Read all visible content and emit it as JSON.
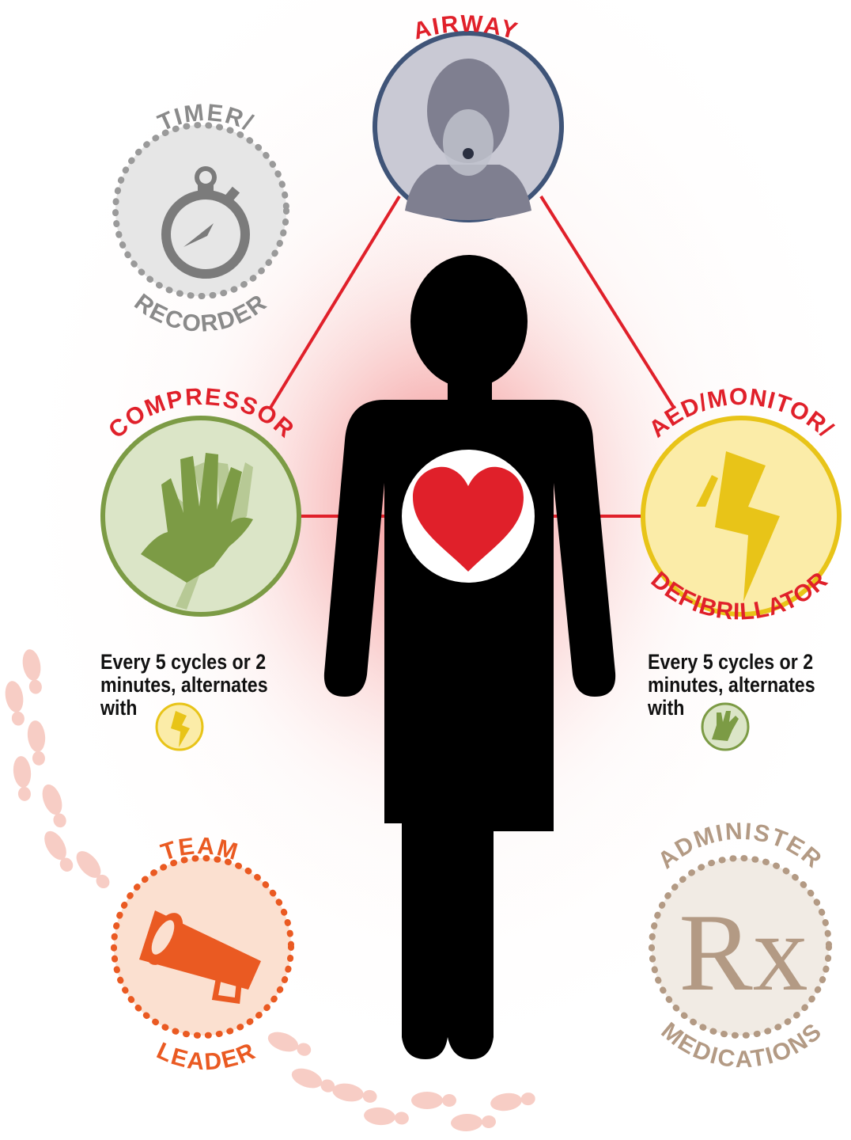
{
  "roles": {
    "airway": "AIRWAY",
    "timer_top": "TIMER/",
    "timer_bottom": "RECORDER",
    "compressor": "COMPRESSOR",
    "aed_top": "AED/MONITOR/",
    "aed_bottom": "DEFIBRILLATOR",
    "team_top": "TEAM",
    "team_bottom": "LEADER",
    "admin_top": "ADMINISTER",
    "admin_bottom": "MEDICATIONS",
    "rx": "Rx"
  },
  "notes": {
    "compressor": [
      "Every 5 cycles or 2",
      "minutes, alternates",
      "with"
    ],
    "aed": [
      "Every 5 cycles or 2",
      "minutes, alternates",
      "with"
    ]
  },
  "colors": {
    "red": "#e0202a",
    "airway": "#3f5478",
    "compressor": "#7c9b45",
    "aed": "#e8c418",
    "timer": "#8a8a8a",
    "leader": "#ea5a22",
    "rx": "#b39a84"
  },
  "icons": {
    "airway": "patient-with-mask-icon",
    "timer": "stopwatch-icon",
    "compressor": "hands-compression-icon",
    "aed": "lightning-bolt-icon",
    "leader": "megaphone-icon",
    "medications": "rx-icon",
    "heart": "heart-icon"
  }
}
